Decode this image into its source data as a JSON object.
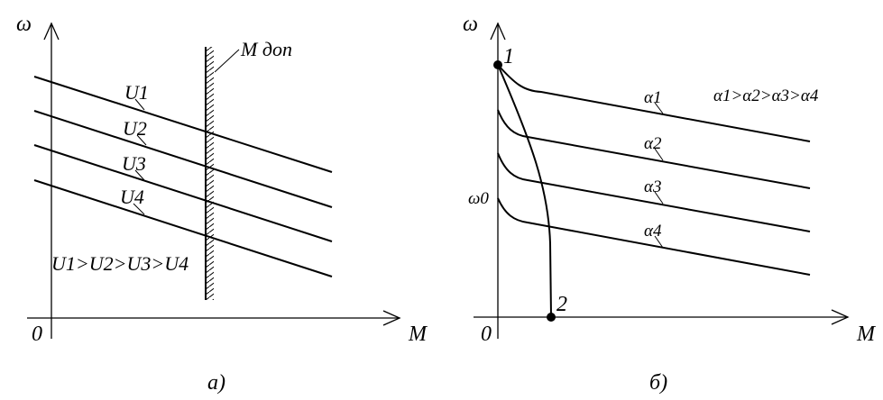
{
  "panel_a": {
    "y_axis_label": "ω",
    "x_axis_label": "M",
    "origin_label": "0",
    "limit_label": "M доп",
    "curve_labels": [
      "U1",
      "U2",
      "U3",
      "U4"
    ],
    "relation": "U1>U2>U3>U4",
    "caption": "а)"
  },
  "panel_b": {
    "y_axis_label": "ω",
    "x_axis_label": "M",
    "origin_label": "0",
    "omega0_label": "ω0",
    "point1_label": "1",
    "point2_label": "2",
    "curve_labels": [
      "α1",
      "α2",
      "α3",
      "α4"
    ],
    "relation": "α1>α2>α3>α4",
    "caption": "б)"
  }
}
